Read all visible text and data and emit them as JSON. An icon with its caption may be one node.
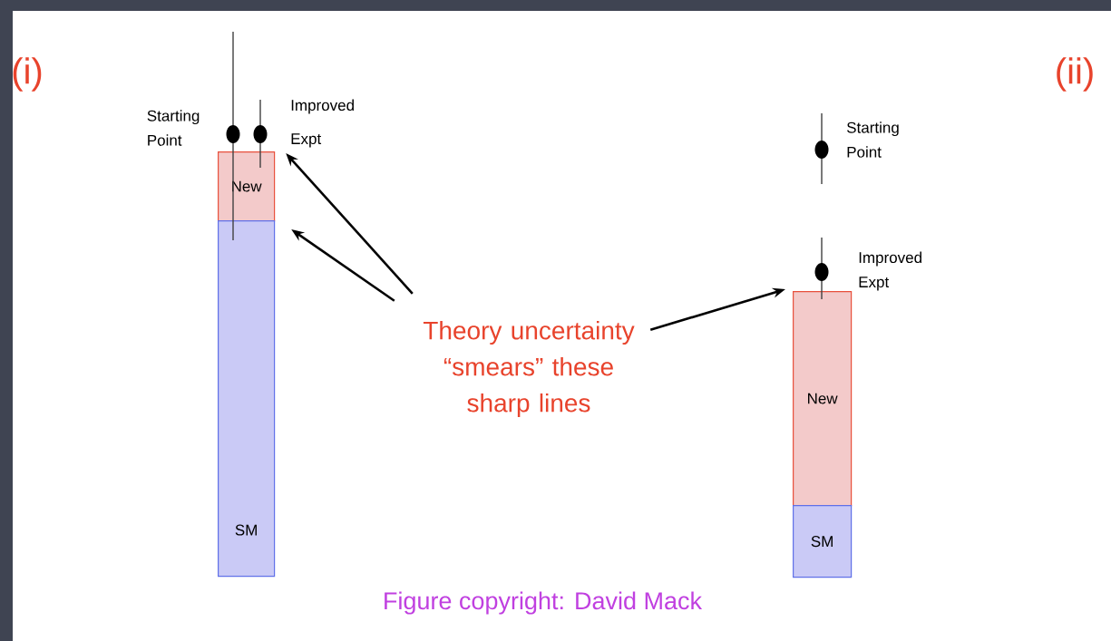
{
  "diagram": {
    "caption": "Figure copyright: David Mack",
    "nodes": [
      {
        "text": [
          "New"
        ]
      },
      {
        "text": [
          "SM"
        ]
      },
      {
        "text": [
          "New"
        ]
      },
      {
        "text": [
          "SM"
        ]
      },
      {
        "text": [
          "Theory uncertainty “smears” these sharp lines"
        ]
      }
    ],
    "edges": [
      {
        "from": 4,
        "to": 0,
        "arrow": "to"
      },
      {
        "from": 4,
        "to": 1,
        "arrow": "to"
      },
      {
        "from": 4,
        "to": 2,
        "arrow": "to"
      }
    ],
    "labels": [
      "(i)",
      "(ii)",
      "Starting Point",
      "Improved Expt",
      "Starting Point",
      "Improved Expt"
    ]
  }
}
